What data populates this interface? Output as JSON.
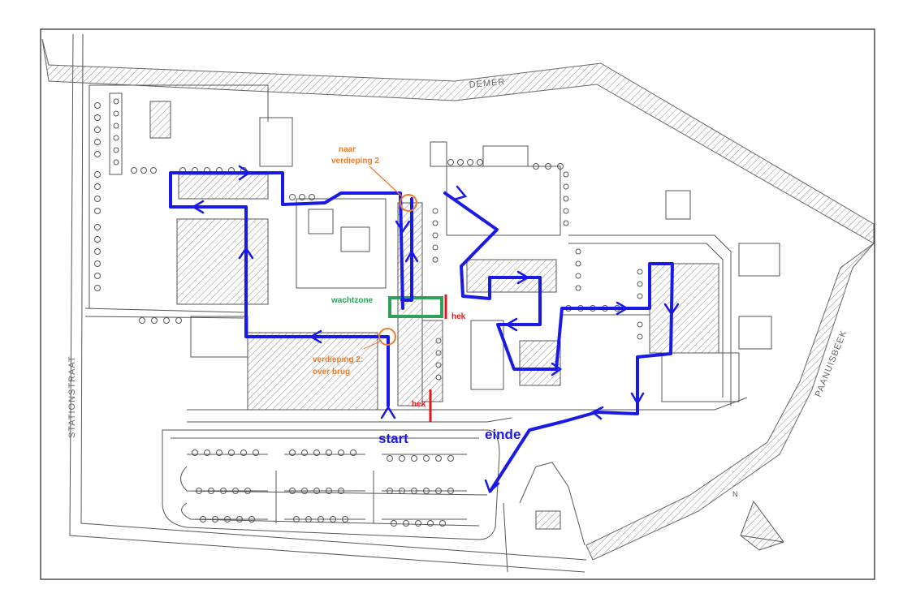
{
  "map": {
    "street_labels": {
      "river": "DEMER",
      "west_street": "STATIONSTRAAT",
      "east_street": "PAANUISBEEK"
    },
    "annotations": {
      "upper_access": [
        "naar",
        "verdieping 2"
      ],
      "lower_access": [
        "verdieping 2:",
        "over brug"
      ],
      "waiting_zone": "wachtzone",
      "gate_1": "hek",
      "gate_2": "hek",
      "start": "start",
      "end": "einde",
      "north": "N"
    },
    "colors": {
      "route": "#1a1ae6",
      "annotation": "#f07a2a",
      "waiting_zone": "#2ea05a",
      "gate": "#e01818",
      "map_lines": "#555555"
    },
    "icons": {
      "compass": "north-arrow-icon"
    }
  }
}
